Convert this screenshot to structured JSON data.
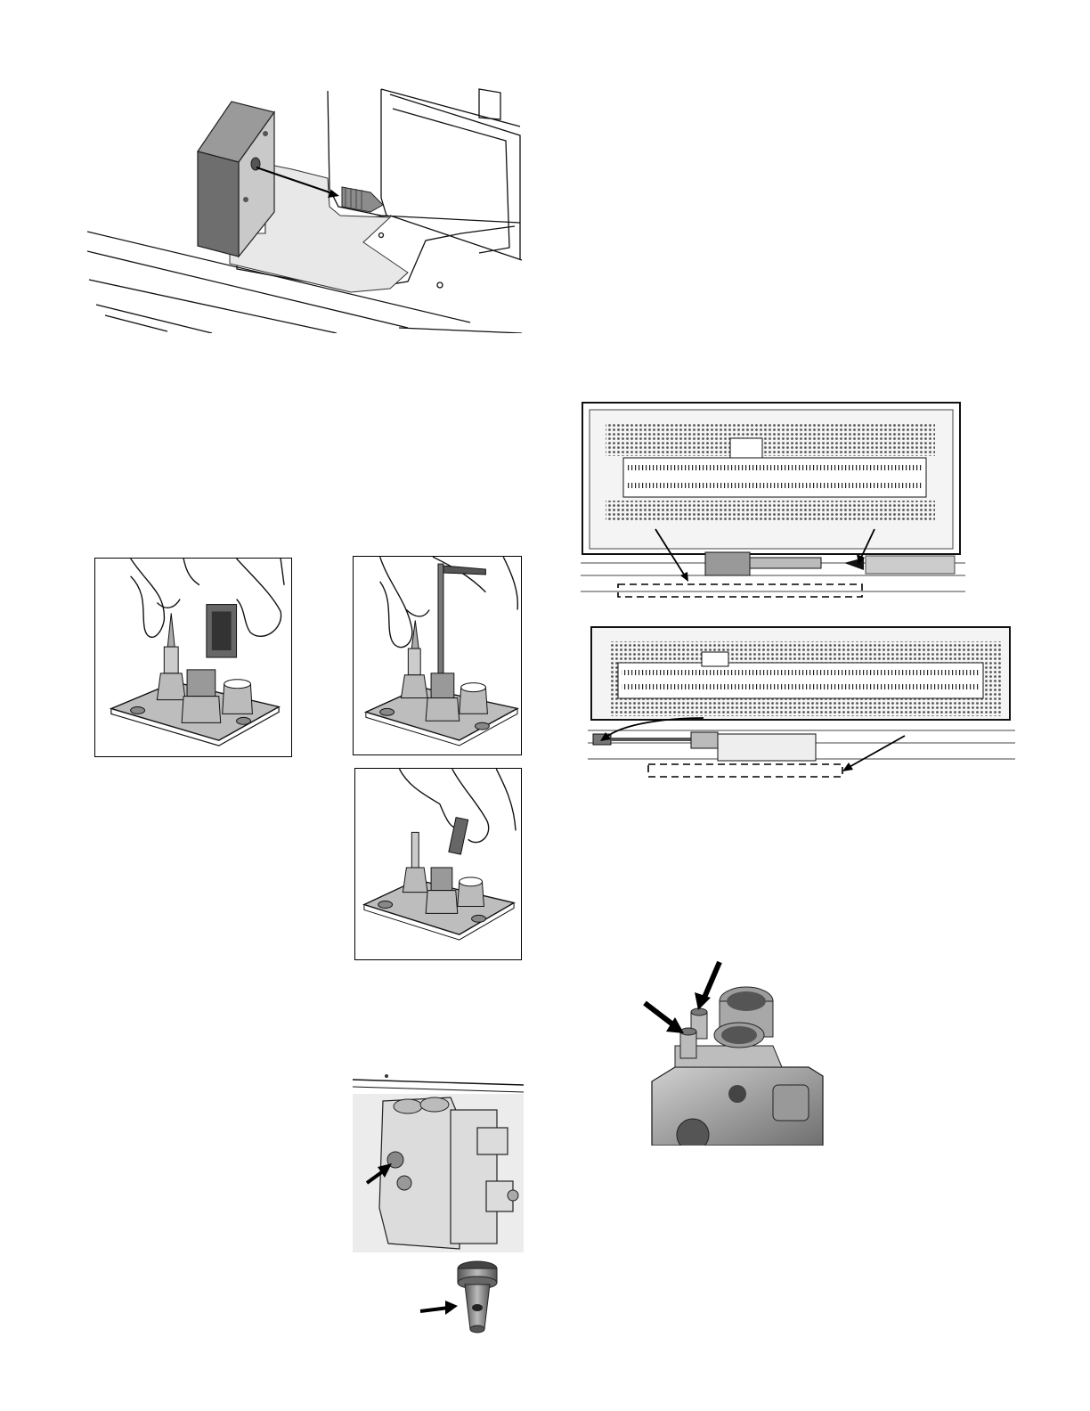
{
  "page": {
    "figures": [
      {
        "id": "orifice-install-figure"
      },
      {
        "id": "pilot-assembly-step-1"
      },
      {
        "id": "pilot-assembly-step-2"
      },
      {
        "id": "pilot-assembly-step-3"
      },
      {
        "id": "burner-top-view-1"
      },
      {
        "id": "burner-top-view-2"
      },
      {
        "id": "gas-valve-pressure-taps"
      },
      {
        "id": "gas-valve-side-view"
      }
    ]
  }
}
